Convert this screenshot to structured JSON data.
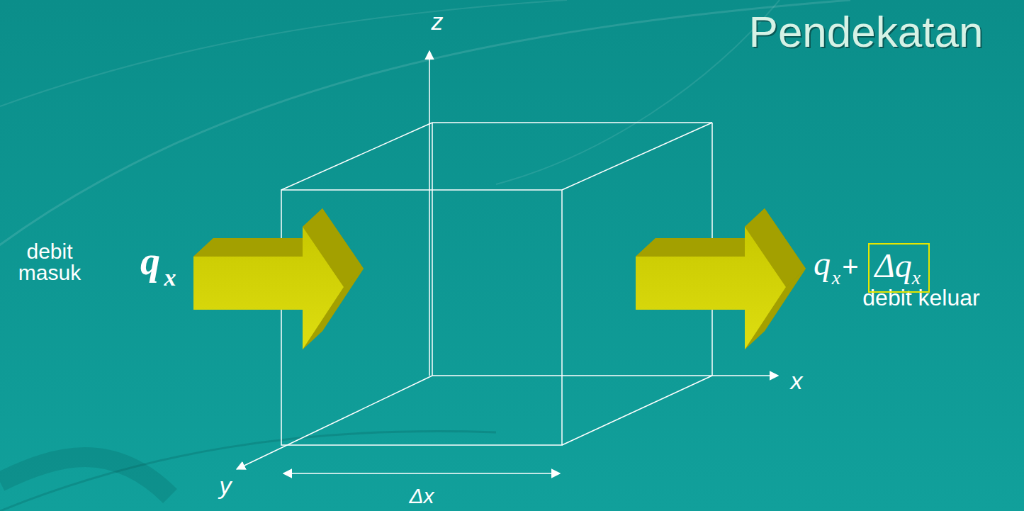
{
  "diagram": {
    "title": "Pendekatan",
    "nodes": [
      {
        "text": [
          "Δq",
          "x"
        ]
      }
    ],
    "labels": [
      "z",
      "x",
      "y",
      "Δx",
      "debit masuk",
      "q",
      "x",
      "q",
      "x",
      "+",
      "debit keluar"
    ]
  }
}
